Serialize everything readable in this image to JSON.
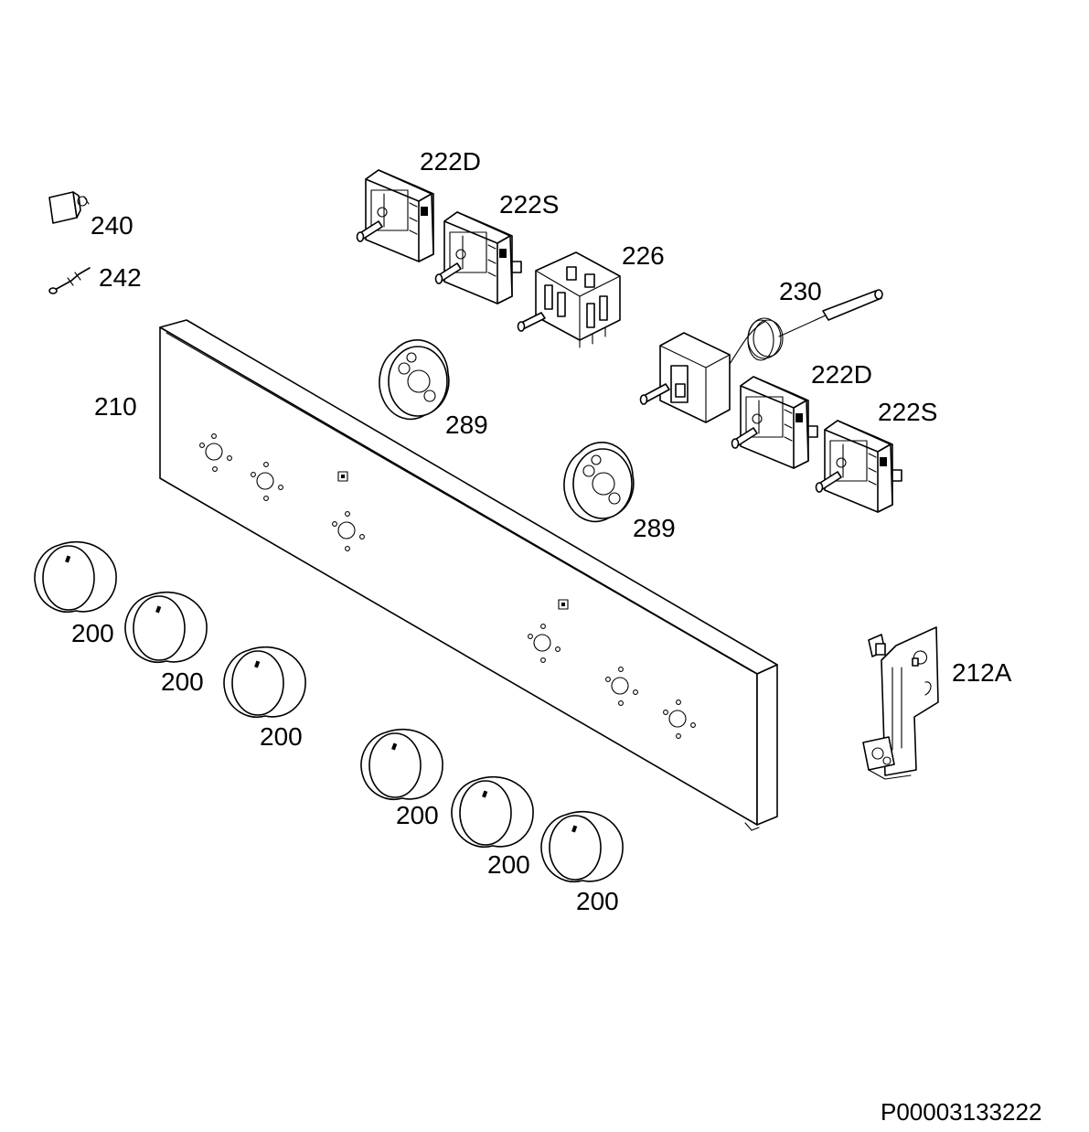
{
  "labels": {
    "switch_top_d": "222D",
    "switch_top_s": "222S",
    "switch_top_block": "226",
    "thermostat": "230",
    "switch_right_d": "222D",
    "switch_right_s": "222S",
    "lamp": "240",
    "lamp_wire": "242",
    "panel": "210",
    "spacer_top": "289",
    "spacer_bottom": "289",
    "bracket": "212A",
    "knob_1": "200",
    "knob_2": "200",
    "knob_3": "200",
    "knob_4": "200",
    "knob_5": "200",
    "knob_6": "200"
  },
  "diagram_code": "P00003133222"
}
